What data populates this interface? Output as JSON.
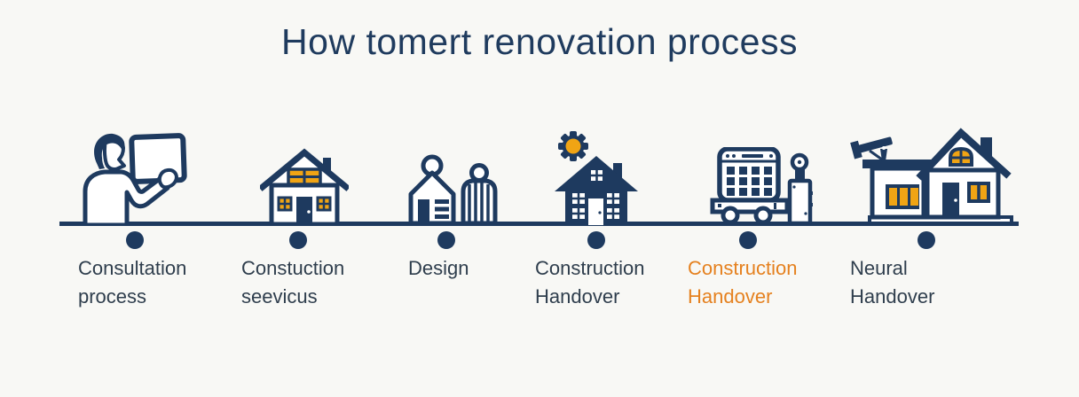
{
  "title": "How tomert renovation process",
  "colors": {
    "navy": "#1e3a5f",
    "label_text": "#2f3e4d",
    "highlight_orange": "#e5811f",
    "window_yellow": "#f0a414",
    "background": "#f8f8f5"
  },
  "steps": [
    {
      "line1": "Consultation",
      "line2": "process",
      "icon": "consultation-person-icon"
    },
    {
      "line1": "Constuction",
      "line2": "seevicus",
      "icon": "house-outline-icon"
    },
    {
      "line1": "Design",
      "line2": "",
      "icon": "design-structures-icon"
    },
    {
      "line1": "Construction",
      "line2": "Handover",
      "icon": "house-gear-icon"
    },
    {
      "line1": "Construction",
      "line2": "Handover",
      "icon": "construction-machine-icon",
      "highlighted": true
    },
    {
      "line1": "Neural",
      "line2": "Handover",
      "icon": "house-telescope-icon"
    }
  ]
}
